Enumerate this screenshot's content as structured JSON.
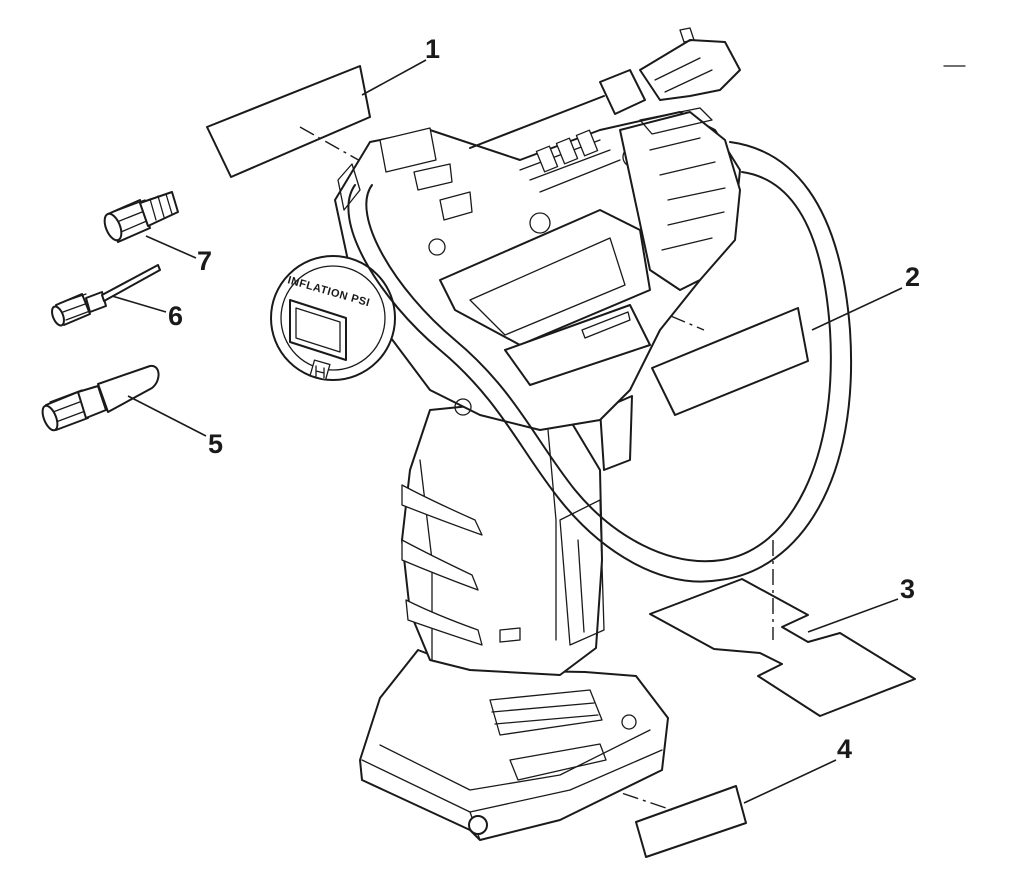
{
  "callouts": [
    {
      "id": "1",
      "label": "1"
    },
    {
      "id": "2",
      "label": "2"
    },
    {
      "id": "3",
      "label": "3"
    },
    {
      "id": "4",
      "label": "4"
    },
    {
      "id": "5",
      "label": "5"
    },
    {
      "id": "6",
      "label": "6"
    },
    {
      "id": "7",
      "label": "7"
    }
  ],
  "gauge_label": "INFLATION PSI",
  "colors": {
    "ink": "#1a1a1a",
    "background": "#ffffff"
  }
}
